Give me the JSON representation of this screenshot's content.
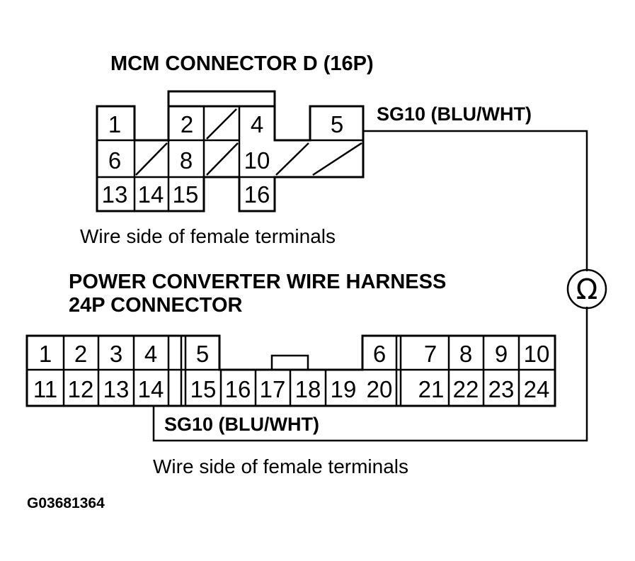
{
  "mcm_connector": {
    "title": "MCM CONNECTOR D (16P)",
    "wire_label": "SG10 (BLU/WHT)",
    "note": "Wire side of female terminals",
    "pins": [
      "1",
      "2",
      "4",
      "5",
      "6",
      "8",
      "10",
      "13",
      "14",
      "15",
      "16"
    ]
  },
  "pc_connector": {
    "title_line1": "POWER CONVERTER WIRE HARNESS",
    "title_line2": "24P CONNECTOR",
    "wire_label": "SG10 (BLU/WHT)",
    "note": "Wire side of female terminals",
    "pins_top": [
      "1",
      "2",
      "3",
      "4",
      "5",
      "6",
      "7",
      "8",
      "9",
      "10"
    ],
    "pins_bottom": [
      "11",
      "12",
      "13",
      "14",
      "15",
      "16",
      "17",
      "18",
      "19",
      "20",
      "21",
      "22",
      "23",
      "24"
    ]
  },
  "meter": {
    "symbol": "Ω",
    "icon": "ohmmeter-icon"
  },
  "figure_id": "G03681364"
}
